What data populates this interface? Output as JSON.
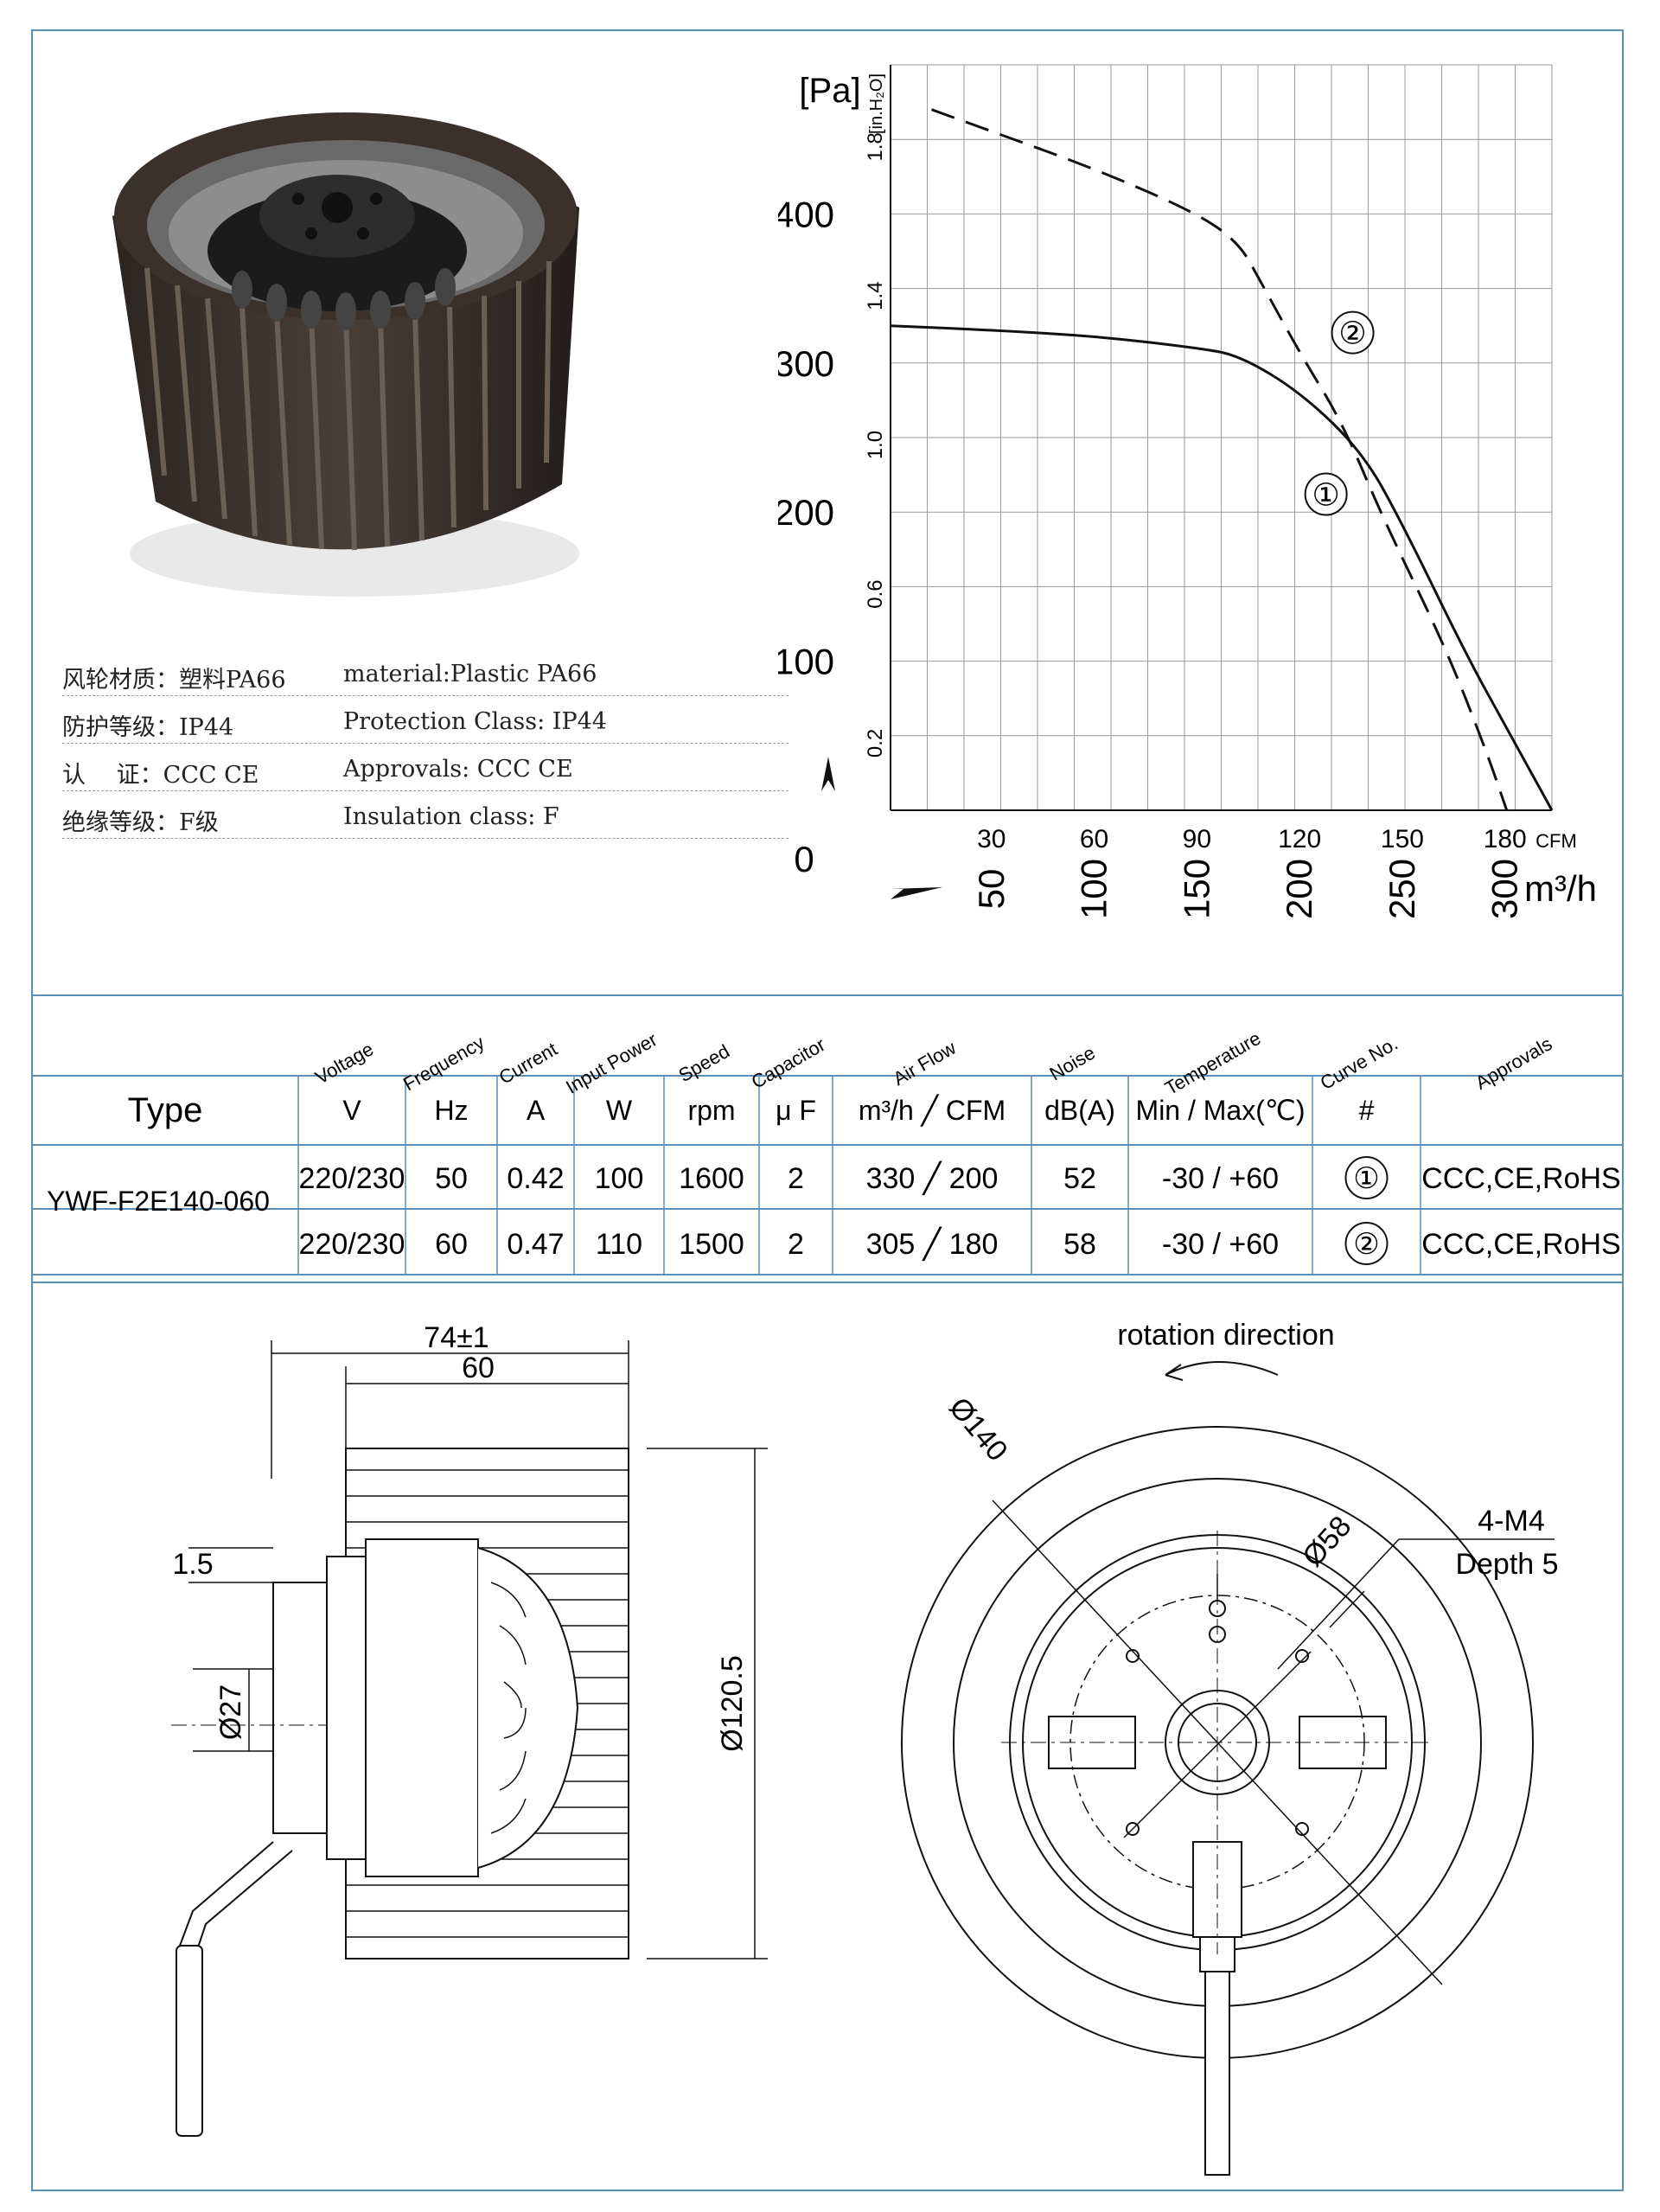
{
  "specs": [
    {
      "cn": "风轮材质：塑料PA66",
      "en": "material:Plastic PA66"
    },
    {
      "cn": "防护等级：IP44",
      "en": "Protection Class: IP44"
    },
    {
      "cn": "认　 证：CCC CE",
      "en": "Approvals: CCC  CE"
    },
    {
      "cn": "绝缘等级：F级",
      "en": "Insulation class: F"
    }
  ],
  "chart_data": {
    "type": "line",
    "ylabel": "[Pa]",
    "ylabel_secondary": "[in.H₂O]",
    "xlabel": "m³/h",
    "xlabel_secondary": "CFM",
    "xlim": [
      0,
      322
    ],
    "ylim": [
      0,
      500
    ],
    "x_ticks": [
      "50",
      "100",
      "150",
      "200",
      "250",
      "300"
    ],
    "x_ticks_secondary": [
      "30",
      "60",
      "90",
      "120",
      "150",
      "180"
    ],
    "y_ticks": [
      "0",
      "100",
      "200",
      "300",
      "400"
    ],
    "y_ticks_secondary": [
      "0.2",
      "0.6",
      "1.0",
      "1.4",
      "1.8"
    ],
    "grid": true,
    "series": [
      {
        "name": "①",
        "style": "solid",
        "x": [
          0,
          50,
          100,
          150,
          170,
          200,
          230,
          250,
          280,
          300,
          322
        ],
        "y": [
          325,
          322,
          318,
          310,
          305,
          280,
          240,
          190,
          105,
          55,
          0
        ]
      },
      {
        "name": "②",
        "style": "dashed",
        "x": [
          20,
          50,
          100,
          150,
          170,
          180,
          200,
          220,
          240,
          270,
          290,
          300
        ],
        "y": [
          470,
          455,
          430,
          400,
          380,
          355,
          305,
          260,
          195,
          110,
          40,
          0
        ]
      }
    ]
  },
  "table": {
    "rotated_headers": [
      "Voltage",
      "Frequency",
      "Current",
      "Input Power",
      "Speed",
      "Capacitor",
      "Air Flow",
      "Noise",
      "Temperature",
      "Curve No.",
      "Approvals"
    ],
    "type_header": "Type",
    "units": [
      "V",
      "Hz",
      "A",
      "W",
      "rpm",
      "μ F",
      "m³/h ╱ CFM",
      "dB(A)",
      "Min / Max(℃)",
      "#",
      ""
    ],
    "model": "YWF-F2E140-060",
    "rows": [
      [
        "220/230",
        "50",
        "0.42",
        "100",
        "1600",
        "2",
        "330 ╱ 200",
        "52",
        "-30 / +60",
        "①",
        "CCC,CE,RoHS"
      ],
      [
        "220/230",
        "60",
        "0.47",
        "110",
        "1500",
        "2",
        "305 ╱ 180",
        "58",
        "-30 / +60",
        "②",
        "CCC,CE,RoHS"
      ]
    ]
  },
  "drawing": {
    "dim_total": "74±1",
    "dim_width": "60",
    "dim_flange": "1.5",
    "dim_hub": "Ø27",
    "dim_height": "Ø120.5",
    "rotation": "rotation direction",
    "dim_outer": "Ø140",
    "dim_bolt": "Ø58",
    "holes": "4-M4",
    "depth": "Depth 5"
  }
}
